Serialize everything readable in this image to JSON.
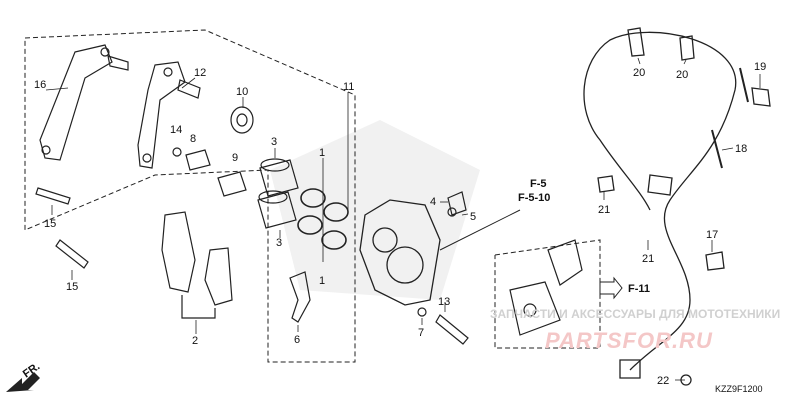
{
  "labels": {
    "l1a": "1",
    "l1b": "1",
    "l2": "2",
    "l3a": "3",
    "l3b": "3",
    "l4": "4",
    "l5": "5",
    "l6": "6",
    "l7": "7",
    "l8": "8",
    "l9": "9",
    "l10": "10",
    "l11": "11",
    "l12": "12",
    "l13": "13",
    "l14": "14",
    "l15a": "15",
    "l15b": "15",
    "l16": "16",
    "l17": "17",
    "l18": "18",
    "l19": "19",
    "l20a": "20",
    "l20b": "20",
    "l21a": "21",
    "l21b": "21",
    "l22": "22"
  },
  "refs": {
    "ref1": "F-5",
    "ref2": "F-5-10",
    "ref3": "F-11"
  },
  "front_label": "FR.",
  "diagram_code": "KZZ9F1200",
  "watermark_text": "ЗАПЧАСТИ И АКСЕССУАРЫ ДЛЯ МОТОТЕХНИКИ",
  "watermark_brand": "PARTSFOR.RU",
  "colors": {
    "line": "#222222",
    "watermark": "#e8a5a5"
  }
}
